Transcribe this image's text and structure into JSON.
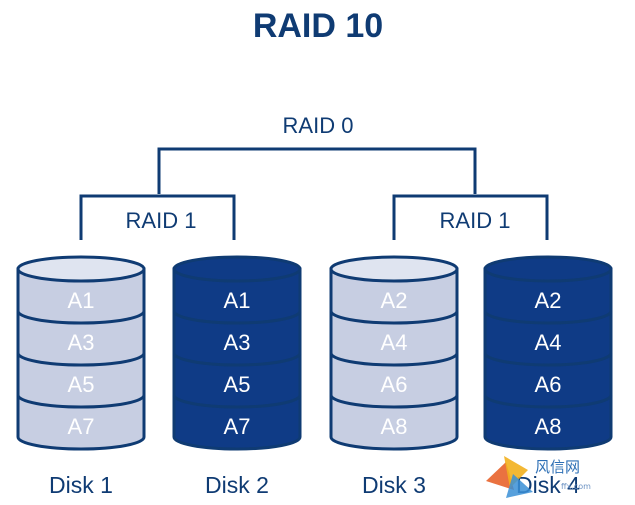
{
  "title": "RAID 10",
  "top_group": {
    "label": "RAID 0"
  },
  "mirror_groups": [
    {
      "label": "RAID 1"
    },
    {
      "label": "RAID 1"
    }
  ],
  "disks": [
    {
      "name": "Disk 1",
      "style": "light",
      "blocks": [
        "A1",
        "A3",
        "A5",
        "A7"
      ]
    },
    {
      "name": "Disk 2",
      "style": "dark",
      "blocks": [
        "A1",
        "A3",
        "A5",
        "A7"
      ]
    },
    {
      "name": "Disk 3",
      "style": "light",
      "blocks": [
        "A2",
        "A4",
        "A6",
        "A8"
      ]
    },
    {
      "name": "Disk 4",
      "style": "dark",
      "blocks": [
        "A2",
        "A4",
        "A6",
        "A8"
      ]
    }
  ],
  "colors": {
    "navy": "#0f3b73",
    "light_fill": "#c7cee2",
    "light_top": "#dfe4f0",
    "light_text": "#ffffff",
    "dark_fill": "#0f3b86",
    "dark_text": "#ffffff"
  },
  "watermark": {
    "brand": "风信网",
    "sub": "ffx.com"
  }
}
